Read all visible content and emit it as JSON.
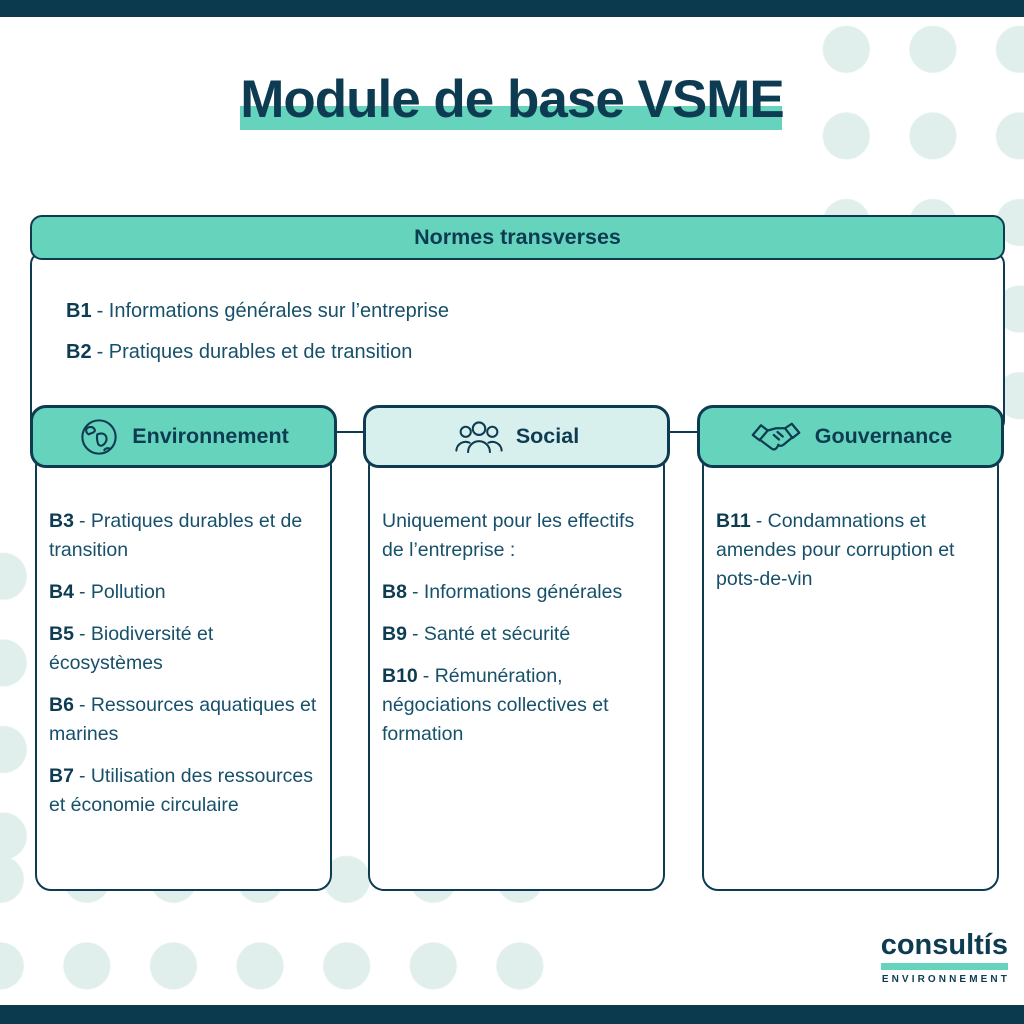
{
  "colors": {
    "navy": "#0d3c52",
    "text": "#17506a",
    "teal": "#66d4bd",
    "mint": "#d8f0ed",
    "dot": "#e0efec",
    "bar": "#0b3a4f",
    "white": "#ffffff"
  },
  "page": {
    "title": "Module de base VSME"
  },
  "transverse": {
    "header": "Normes transverses",
    "items": [
      {
        "code": "B1",
        "text": "- Informations générales sur l’entreprise"
      },
      {
        "code": "B2",
        "text": "-  Pratiques durables et de transition"
      }
    ]
  },
  "columns": [
    {
      "header": "Environnement",
      "icon": "globe-icon",
      "style": "teal",
      "items": [
        {
          "code": "B3",
          "text": "- Pratiques durables et de transition"
        },
        {
          "code": "B4",
          "text": "- Pollution"
        },
        {
          "code": "B5",
          "text": "- Biodiversité et écosystèmes"
        },
        {
          "code": "B6",
          "text": "- Ressources aquatiques et marines"
        },
        {
          "code": "B7",
          "text": "- Utilisation des ressources et économie circulaire"
        }
      ]
    },
    {
      "header": "Social",
      "icon": "people-icon",
      "style": "mint",
      "intro": "Uniquement pour les effectifs de l’entreprise :",
      "items": [
        {
          "code": "B8",
          "text": "- Informations générales"
        },
        {
          "code": "B9",
          "text": "- Santé et sécurité"
        },
        {
          "code": "B10",
          "text": "- Rémunération, négociations collectives et formation"
        }
      ]
    },
    {
      "header": "Gouvernance",
      "icon": "handshake-icon",
      "style": "teal",
      "items": [
        {
          "code": "B11",
          "text": "- Condamnations et amendes pour corruption et pots-de-vin"
        }
      ]
    }
  ],
  "logo": {
    "name": "consultís",
    "tagline": "ENVIRONNEMENT"
  }
}
